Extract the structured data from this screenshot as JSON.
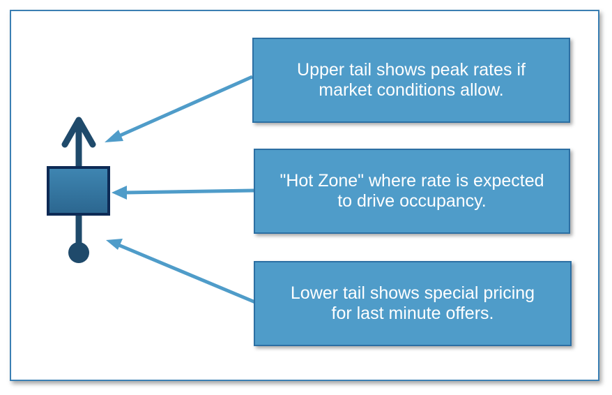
{
  "callouts": {
    "upper_tail": "Upper tail shows peak rates if\nmarket conditions allow.",
    "hot_zone": "\"Hot Zone\" where rate is expected\nto drive occupancy.",
    "lower_tail": "Lower tail shows special pricing\nfor last minute offers."
  },
  "colors": {
    "frame_border": "#3b7fb3",
    "callout_fill": "#4f9cc9",
    "callout_border": "#2c6fa3",
    "arrow": "#4f9cc9",
    "glyph_dark": "#1f4a6b",
    "glyph_box": "#3a7ca8",
    "glyph_box_border": "#0d2a55"
  }
}
